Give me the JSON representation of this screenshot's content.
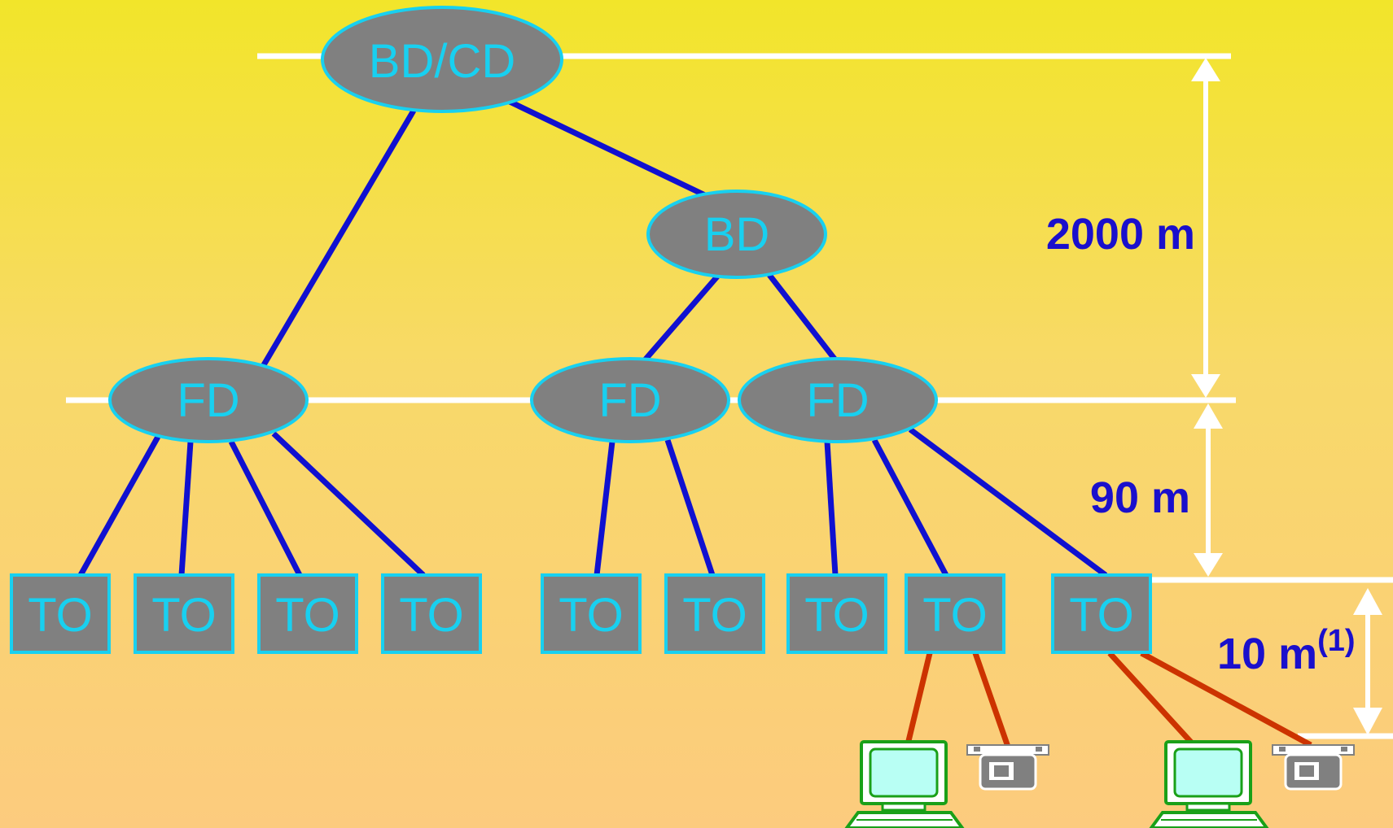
{
  "nodes": {
    "campus": "BD/CD",
    "building": "BD",
    "floor_1": "FD",
    "floor_2": "FD",
    "floor_3": "FD",
    "outlets": [
      "TO",
      "TO",
      "TO",
      "TO",
      "TO",
      "TO",
      "TO",
      "TO",
      "TO"
    ]
  },
  "dimensions": {
    "backbone": "2000 m",
    "horizontal": "90 m",
    "work_area": "10 m",
    "work_area_note": "(1)"
  },
  "colors": {
    "node_fill": "#808080",
    "node_stroke": "#18d0f0",
    "backbone_link": "#1010d0",
    "patch_link": "#cc3300",
    "level_line": "#ffffff",
    "computer": "#1aa018"
  }
}
